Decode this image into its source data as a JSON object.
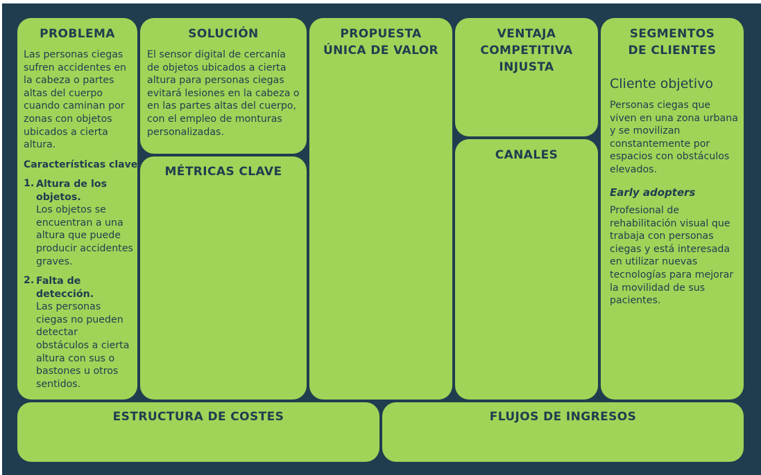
{
  "colors": {
    "background": "#1f3d4f",
    "box": "#a0d458",
    "text": "#1f3d4f"
  },
  "problema": {
    "title": "PROBLEMA",
    "text": "Las personas ciegas sufren accidentes en la cabeza o partes altas del cuerpo cuando caminan por zonas con objetos ubicados a cierta altura.",
    "subtitle": "Características clave",
    "items": [
      {
        "num": "1.",
        "heading": "Altura de los objetos.",
        "text": "Los objetos se encuentran a una altura que puede producir accidentes graves."
      },
      {
        "num": "2.",
        "heading": "Falta de detección.",
        "text": "Las personas ciegas no pueden detectar obstáculos a cierta altura con sus o bastones u otros sentidos."
      }
    ]
  },
  "solucion": {
    "title": "SOLUCIÓN",
    "text": "El sensor digital de cercanía de objetos ubicados a cierta altura para personas ciegas evitará lesiones en la cabeza o en las partes altas del cuerpo, con el empleo de monturas personalizadas."
  },
  "metricas": {
    "title": "MÉTRICAS CLAVE"
  },
  "propuesta": {
    "title_line1": "PROPUESTA",
    "title_line2": "ÚNICA DE VALOR"
  },
  "ventaja": {
    "title_line1": "VENTAJA",
    "title_line2": "COMPETITIVA",
    "title_line3": "INJUSTA"
  },
  "canales": {
    "title": "CANALES"
  },
  "segmentos": {
    "title_line1": "SEGMENTOS",
    "title_line2": "DE CLIENTES",
    "cliente_title": "Cliente objetivo",
    "cliente_text": "Personas ciegas que viven en una zona urbana y se movilizan constantemente por espacios con obstáculos elevados.",
    "early_title": "Early adopters",
    "early_text": "Profesional de rehabilitación visual que trabaja con personas ciegas y está interesada en utilizar nuevas tecnologías para mejorar la movilidad de sus pacientes."
  },
  "costes": {
    "title": "ESTRUCTURA DE COSTES"
  },
  "ingresos": {
    "title": "FLUJOS DE INGRESOS"
  }
}
